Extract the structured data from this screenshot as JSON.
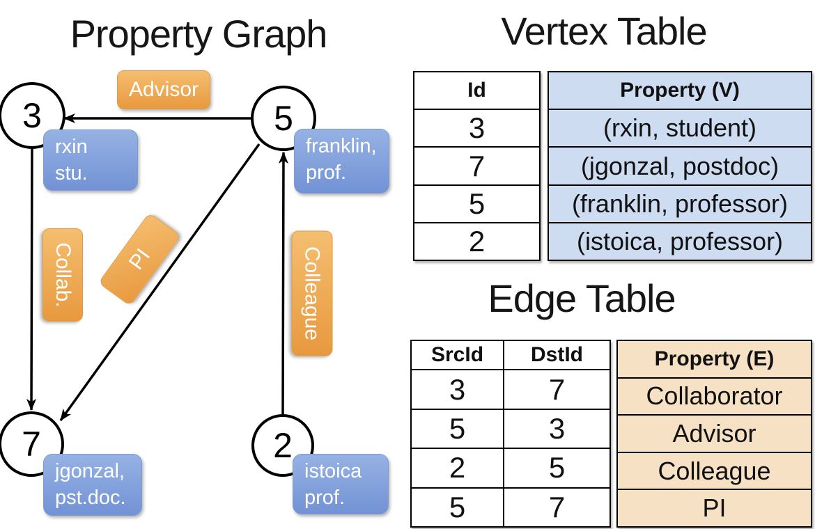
{
  "graph": {
    "title": "Property Graph",
    "vertices": [
      {
        "id": "3",
        "lines": [
          "rxin",
          "stu."
        ]
      },
      {
        "id": "5",
        "lines": [
          "franklin,",
          "prof."
        ]
      },
      {
        "id": "7",
        "lines": [
          "jgonzal,",
          "pst.doc."
        ]
      },
      {
        "id": "2",
        "lines": [
          "istoica",
          "prof."
        ]
      }
    ],
    "edge_labels": [
      "Advisor",
      "Collab.",
      "PI",
      "Colleague"
    ]
  },
  "vertex_table": {
    "title": "Vertex Table",
    "columns": [
      "Id",
      "Property (V)"
    ],
    "rows": [
      [
        "3",
        "(rxin, student)"
      ],
      [
        "7",
        "(jgonzal, postdoc)"
      ],
      [
        "5",
        "(franklin, professor)"
      ],
      [
        "2",
        "(istoica, professor)"
      ]
    ]
  },
  "edge_table": {
    "title": "Edge Table",
    "columns": [
      "SrcId",
      "DstId",
      "Property (E)"
    ],
    "rows": [
      [
        "3",
        "7",
        "Collaborator"
      ],
      [
        "5",
        "3",
        "Advisor"
      ],
      [
        "2",
        "5",
        "Colleague"
      ],
      [
        "5",
        "7",
        "PI"
      ]
    ]
  },
  "colors": {
    "edge_label_orange": "#EA9C41",
    "vertex_label_blue": "#7B99D7",
    "vertex_cell_blue": "#CEDCF2",
    "edge_cell_peach": "#F7E1C5",
    "line_black": "#000000"
  }
}
